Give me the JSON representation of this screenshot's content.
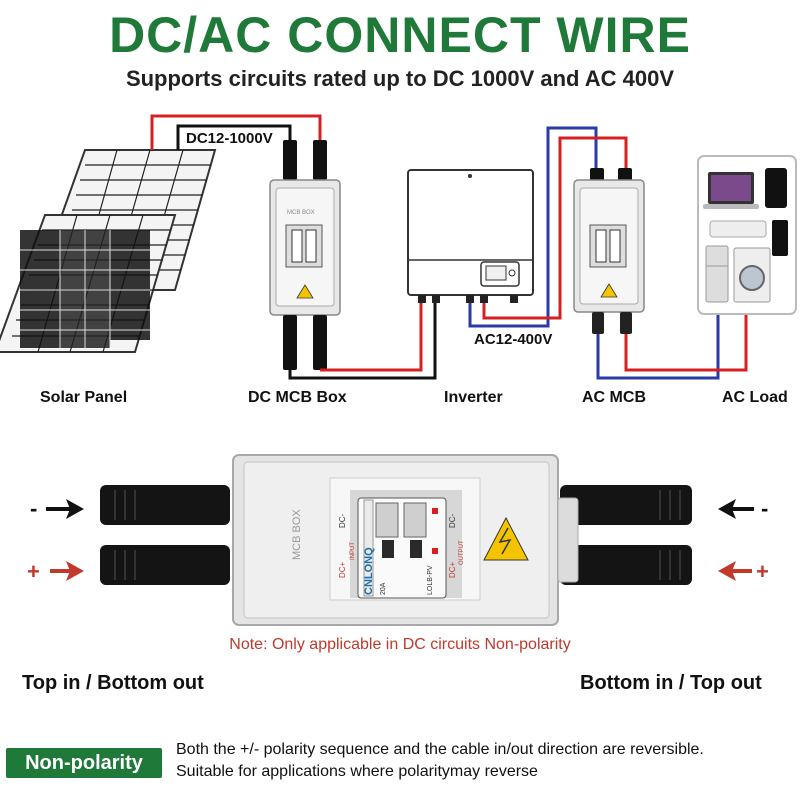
{
  "header": {
    "title": "DC/AC CONNECT WIRE",
    "subtitle": "Supports circuits rated up to DC 1000V and AC 400V"
  },
  "diagram": {
    "dc_voltage_label": "DC12-1000V",
    "ac_voltage_label": "AC12-400V",
    "components": [
      "Solar Panel",
      "DC MCB Box",
      "Inverter",
      "AC MCB",
      "AC Load"
    ],
    "box_text": "MCB BOX",
    "wire_colors": {
      "positive": "#d42020",
      "negative": "#111111",
      "ac_line": "#2a3aa8"
    }
  },
  "detail": {
    "box_text": "MCB BOX",
    "input_label": "INPUT",
    "output_label": "OUTPUT",
    "dc_minus": "DC-",
    "dc_plus": "DC+",
    "brand": "CNLONQ",
    "breaker_model": "LOLB-PV",
    "rating": "20A",
    "left_minus": "-",
    "left_plus": "+",
    "right_minus": "-",
    "right_plus": "+",
    "note": "Note: Only applicable in DC circuits Non-polarity",
    "left_caption": "Top in / Bottom out",
    "right_caption": "Bottom in / Top out"
  },
  "footer": {
    "badge": "Non-polarity",
    "line1": "Both the +/- polarity sequence and the cable in/out direction are reversible.",
    "line2": "Suitable for applications where polaritymay reverse"
  }
}
